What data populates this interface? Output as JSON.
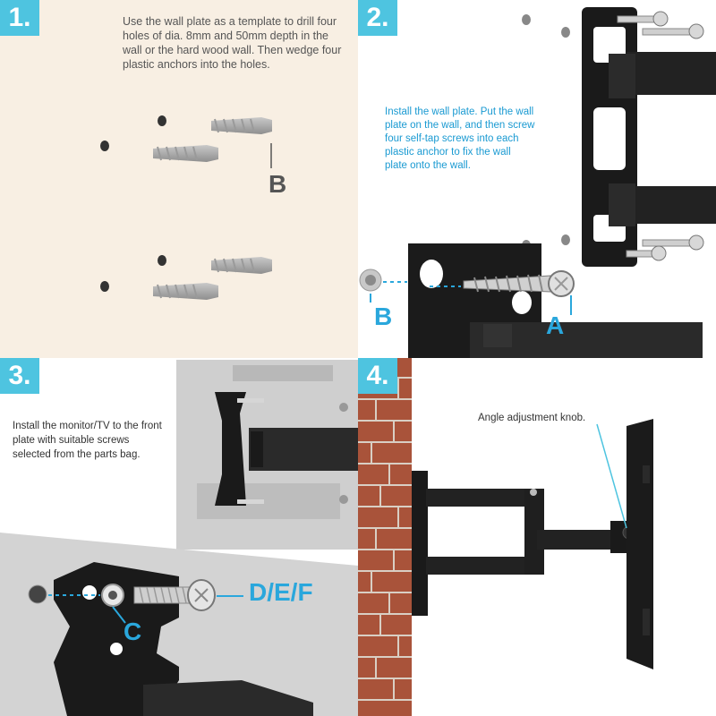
{
  "steps": [
    {
      "number": "1.",
      "text": "Use the wall plate as a template to drill four holes of dia. 8mm and 50mm depth in the wall or the hard wood wall. Then wedge four plastic anchors into the holes.",
      "callouts": [
        "B"
      ]
    },
    {
      "number": "2.",
      "text": "Install the wall plate. Put the wall plate on the wall, and then screw four self-tap screws into each plastic anchor to fix the wall plate onto the wall.",
      "callouts": [
        "B",
        "A"
      ]
    },
    {
      "number": "3.",
      "text": "Install the monitor/TV to the front plate with suitable screws selected from the parts bag.",
      "callouts": [
        "D/E/F",
        "C"
      ]
    },
    {
      "number": "4.",
      "knob_label": "Angle adjustment knob."
    }
  ],
  "colors": {
    "accent": "#4ec4e0",
    "callout_blue": "#2aa7dc",
    "step2_text": "#1a9ad2",
    "panel1_bg": "#f8efe3",
    "brick": "#a9533a"
  }
}
